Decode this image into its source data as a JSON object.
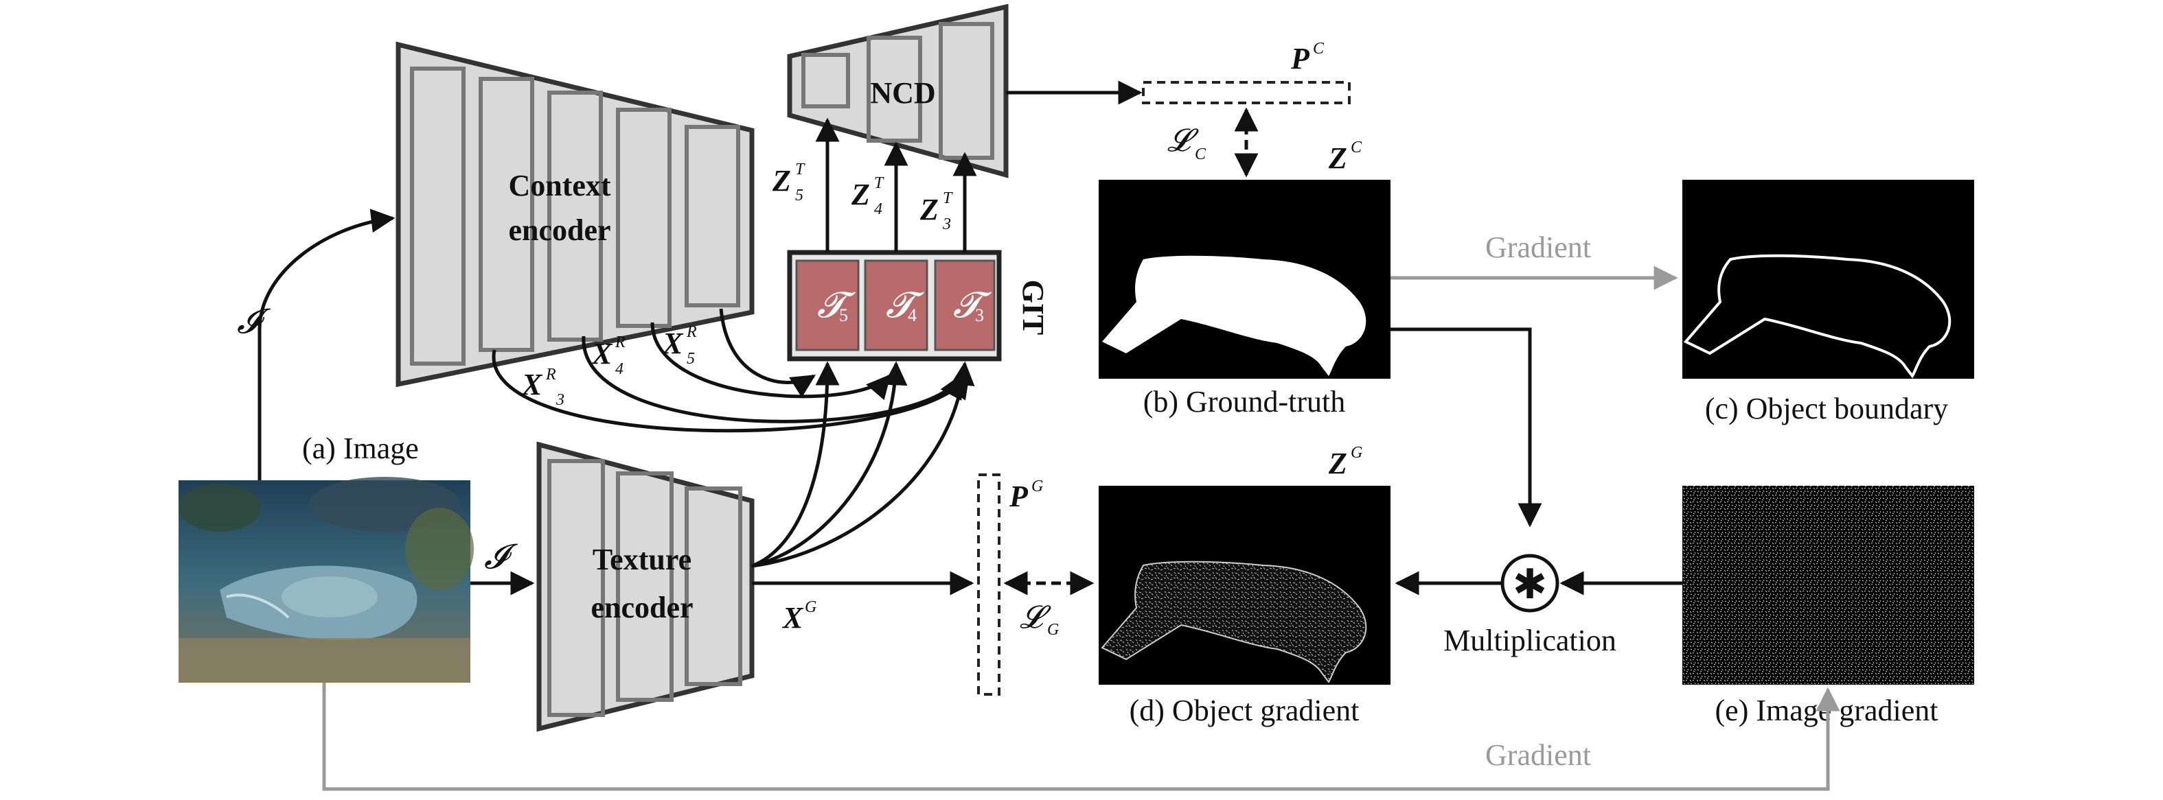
{
  "captions": {
    "image": "(a) Image",
    "ground_truth": "(b) Ground-truth",
    "object_boundary": "(c) Object boundary",
    "object_gradient": "(d) Object gradient",
    "image_gradient": "(e) Image gradient"
  },
  "modules": {
    "context_encoder_line1": "Context",
    "context_encoder_line2": "encoder",
    "texture_encoder_line1": "Texture",
    "texture_encoder_line2": "encoder",
    "ncd": "NCD",
    "git": "GIT",
    "multiplication": "Multiplication"
  },
  "edge_labels": {
    "gradient_top": "Gradient",
    "gradient_bottom": "Gradient"
  },
  "symbols": {
    "input_image": "𝓘",
    "t5": "𝓣",
    "t5_sub": "5",
    "t4": "𝓣",
    "t4_sub": "4",
    "t3": "𝓣",
    "t3_sub": "3",
    "xr3": "X",
    "xr3_sup": "R",
    "xr3_sub": "3",
    "xr4": "X",
    "xr4_sup": "R",
    "xr4_sub": "4",
    "xr5": "X",
    "xr5_sup": "R",
    "xr5_sub": "5",
    "zt5": "Z",
    "zt5_sup": "T",
    "zt5_sub": "5",
    "zt4": "Z",
    "zt4_sup": "T",
    "zt4_sub": "4",
    "zt3": "Z",
    "zt3_sup": "T",
    "zt3_sub": "3",
    "xg": "X",
    "xg_sup": "G",
    "pc": "P",
    "pc_sup": "C",
    "pg": "P",
    "pg_sup": "G",
    "zc": "Z",
    "zc_sup": "C",
    "zg": "Z",
    "zg_sup": "G",
    "lc": "𝓛",
    "lc_sub": "C",
    "lg": "𝓛",
    "lg_sub": "G",
    "multiply_symbol": "✱"
  },
  "colors": {
    "module_fill": "#d9d9d9",
    "module_stroke": "#333333",
    "git_block": "#b96a6a",
    "gradient_arrow": "#9a9a9a",
    "image_panel": "#000000"
  }
}
